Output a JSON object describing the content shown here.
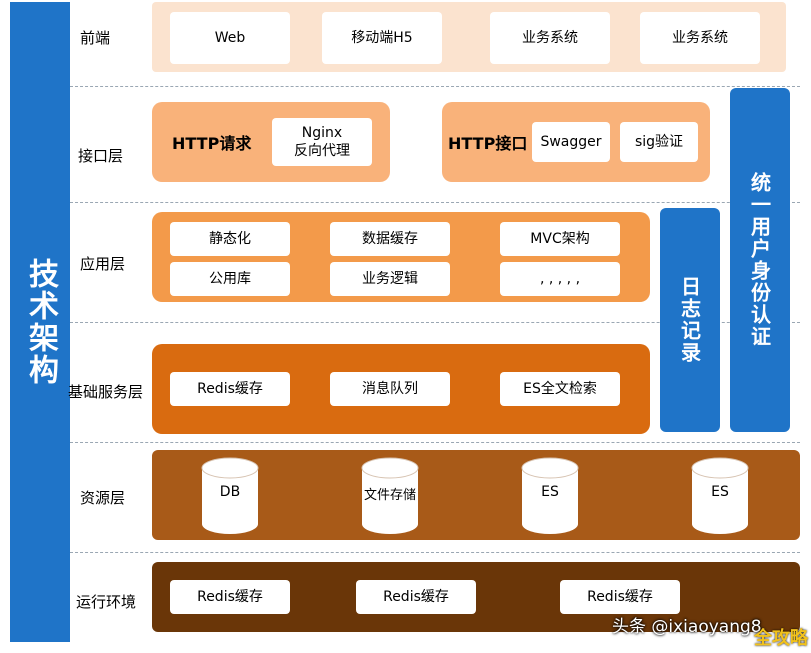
{
  "title": "技术架构",
  "layers": {
    "frontend": "前端",
    "interface": "接口层",
    "application": "应用层",
    "base_service": "基础服务层",
    "resource": "资源层",
    "runtime": "运行环境"
  },
  "frontend_items": [
    "Web",
    "移动端H5",
    "业务系统",
    "业务系统"
  ],
  "interface": {
    "http_request": "HTTP请求",
    "nginx_line1": "Nginx",
    "nginx_line2": "反向代理",
    "http_api": "HTTP接口",
    "swagger": "Swagger",
    "sig": "sig验证"
  },
  "application_items": [
    "静态化",
    "数据缓存",
    "MVC架构",
    "公用库",
    "业务逻辑",
    ", , , , ,"
  ],
  "base_service_items": [
    "Redis缓存",
    "消息队列",
    "ES全文检索"
  ],
  "resource_items": [
    "DB",
    "文件存储",
    "ES",
    "ES"
  ],
  "runtime_items": [
    "Redis缓存",
    "Redis缓存",
    "Redis缓存"
  ],
  "log_record": "日志记录",
  "unified_auth": "统一用户身份认证",
  "watermark": {
    "text1": "头条 @ixiaoyang8",
    "text2": "全攻略"
  },
  "colors": {
    "blue": "#1f74c8",
    "frontend_band": "#fbe3cf",
    "interface_band": "#f9b27a",
    "application_band": "#f39a4a",
    "base_band": "#d96b10",
    "resource_band": "#a85a18",
    "runtime_band": "#6a3608"
  }
}
